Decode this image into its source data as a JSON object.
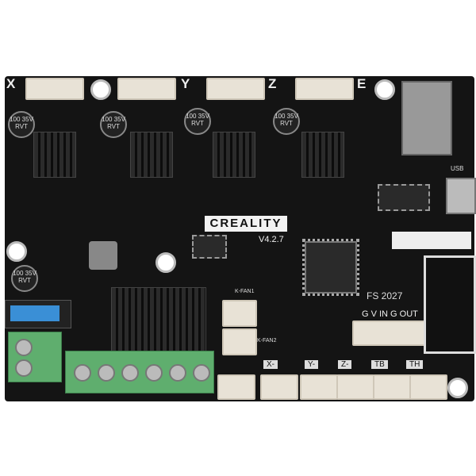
{
  "board": {
    "brand": "CREALITY",
    "version": "V4.2.7",
    "code": "FS 2027",
    "bl_header": "G V IN G OUT",
    "usb": "USB",
    "axis_top": [
      "X",
      "Y",
      "Z",
      "E"
    ],
    "endstops": [
      "X-",
      "Y-",
      "Z-",
      "TB",
      "TH"
    ],
    "fans": [
      "K-FAN1",
      "K-FAN2"
    ],
    "cap_text": "100 35V RVT",
    "colors": {
      "pcb": "#141414",
      "connector": "#e8e2d6",
      "terminal": "#5fae6e",
      "fuse": "#3a8fd6"
    }
  }
}
